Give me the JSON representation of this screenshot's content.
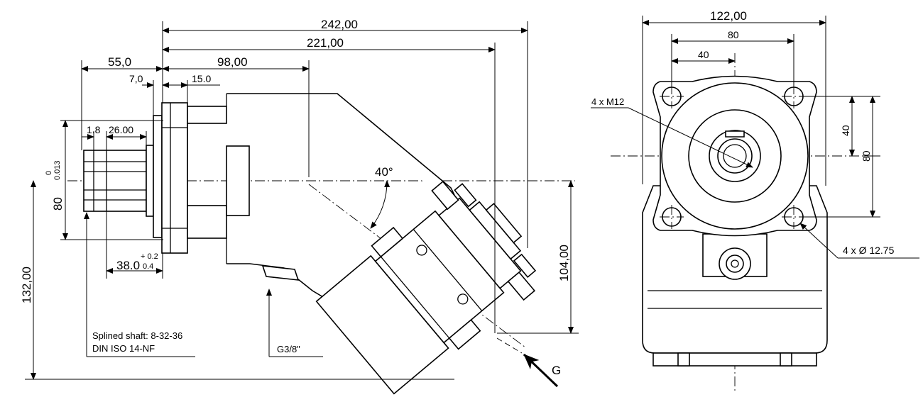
{
  "side_view": {
    "dims": {
      "overall_length": "242,00",
      "length_221": "221,00",
      "length_98": "98,00",
      "shaft_55": "55,0",
      "flange_7": "7,0",
      "length_15": "15.0",
      "spline_1_8": "1.8",
      "spline_26": "26.00",
      "tol_upper": "0",
      "tol_lower": "0.013",
      "shaft_dia_80": "80",
      "shaft_38": "38.0",
      "shaft_38_tol_upper": "+ 0.2",
      "shaft_38_tol_lower": "0.4",
      "height_132": "132,00",
      "height_104": "104,00"
    },
    "angle": "40°",
    "port_label": "G3/8\"",
    "port_g": "G",
    "spline_note_line1": "Splined shaft: 8-32-36",
    "spline_note_line2": "DIN ISO 14-NF"
  },
  "front_view": {
    "dims": {
      "width_122": "122,00",
      "hole_spacing_80": "80",
      "hole_offset_40": "40",
      "vertical_40": "40",
      "vertical_80": "80"
    },
    "thread_callout": "4 x M12",
    "hole_callout": "4 x  Ø 12.75"
  }
}
